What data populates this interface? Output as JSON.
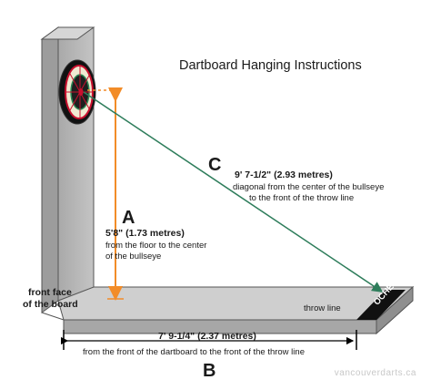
{
  "title": "Dartboard Hanging Instructions",
  "label_a": "A",
  "label_b": "B",
  "label_c": "C",
  "measure_a": {
    "value": "5'8\" (1.73 metres)",
    "desc_line1": "from the floor to the center",
    "desc_line2": "of the bullseye"
  },
  "measure_b": {
    "value": "7' 9-1/4\" (2.37 metres)",
    "desc": "from the front of the dartboard to the front of the throw line"
  },
  "measure_c": {
    "value": "9' 7-1/2\" (2.93 metres)",
    "desc_line1": "diagonal from the center of the bullseye",
    "desc_line2": "to the front of the throw line"
  },
  "front_face_line1": "front face",
  "front_face_line2": "of the board",
  "throw_line": "throw line",
  "oche": "OCHE",
  "watermark": "vancouverdarts.ca",
  "colors": {
    "wall": "#b9b9b9",
    "floor": "#c9c9c9",
    "oche_block": "#111111",
    "vertical_guide": "#f28c28",
    "diagonal_line": "#2e7d5b",
    "dimension_line": "#000000"
  },
  "icons": [
    "dartboard-icon",
    "oche-marker-icon"
  ]
}
